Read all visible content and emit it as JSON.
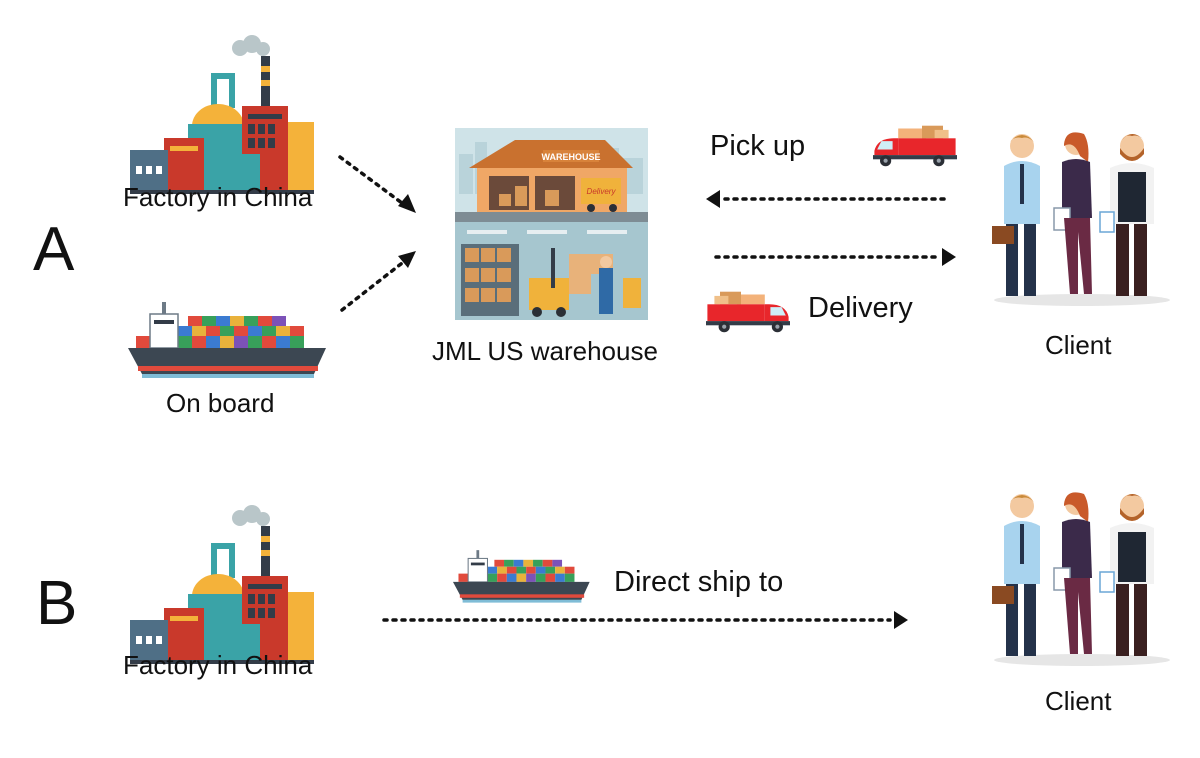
{
  "sections": {
    "a": {
      "letter": "A",
      "factory_label": "Factory in China",
      "ship_label": "On board",
      "warehouse_label": "JML US warehouse",
      "warehouse_sign": "WAREHOUSE",
      "truck_sign": "Delivery",
      "pickup_label": "Pick up",
      "delivery_label": "Delivery",
      "client_label": "Client"
    },
    "b": {
      "letter": "B",
      "factory_label": "Factory in China",
      "direct_label": "Direct ship to",
      "client_label": "Client"
    }
  },
  "icons": [
    "factory-icon",
    "cargo-ship-icon",
    "warehouse-icon",
    "truck-icon",
    "clients-icon"
  ],
  "colors": {
    "arrow": "#111111",
    "truck": "#e8262b",
    "ship_hull": "#3c4752",
    "roof": "#f08a34"
  }
}
